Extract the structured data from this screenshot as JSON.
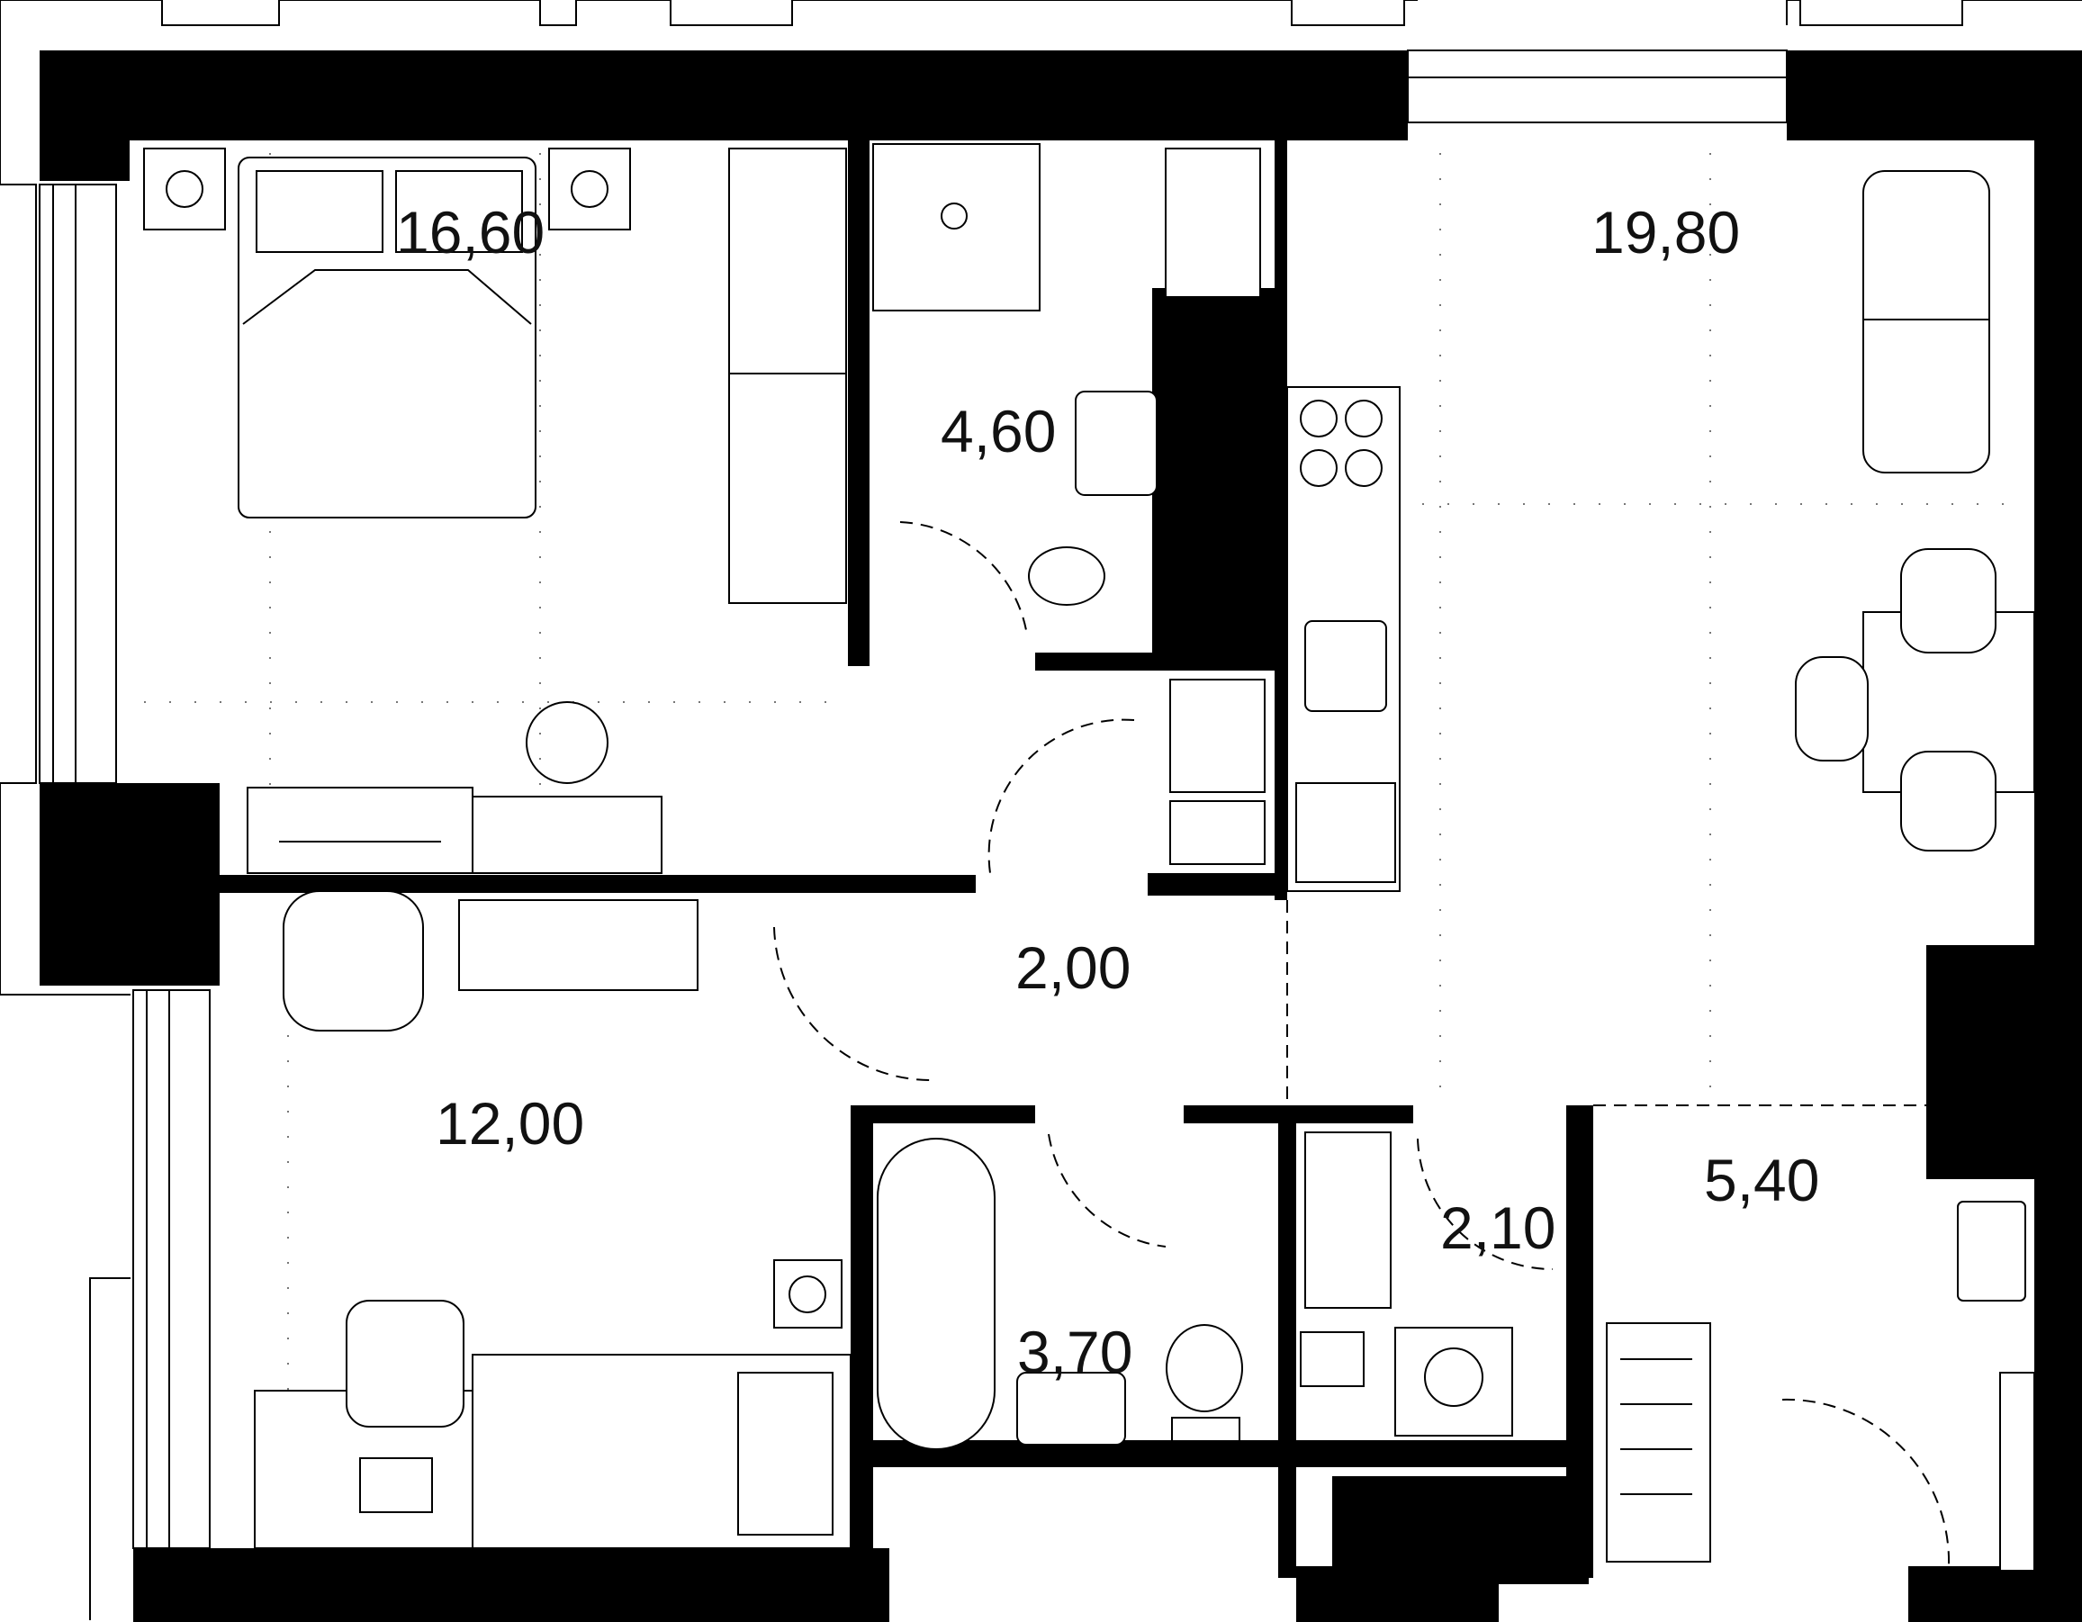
{
  "rooms": [
    {
      "id": "bedroom",
      "area": "16,60"
    },
    {
      "id": "kitchen-living",
      "area": "19,80"
    },
    {
      "id": "bathroom-1",
      "area": "4,60"
    },
    {
      "id": "hall",
      "area": "2,00"
    },
    {
      "id": "room-2",
      "area": "12,00"
    },
    {
      "id": "entrance",
      "area": "5,40"
    },
    {
      "id": "laundry",
      "area": "2,10"
    },
    {
      "id": "bathroom-2",
      "area": "3,70"
    }
  ],
  "colors": {
    "walls": "#000000",
    "background": "#ffffff",
    "fixtures": "#000000"
  }
}
